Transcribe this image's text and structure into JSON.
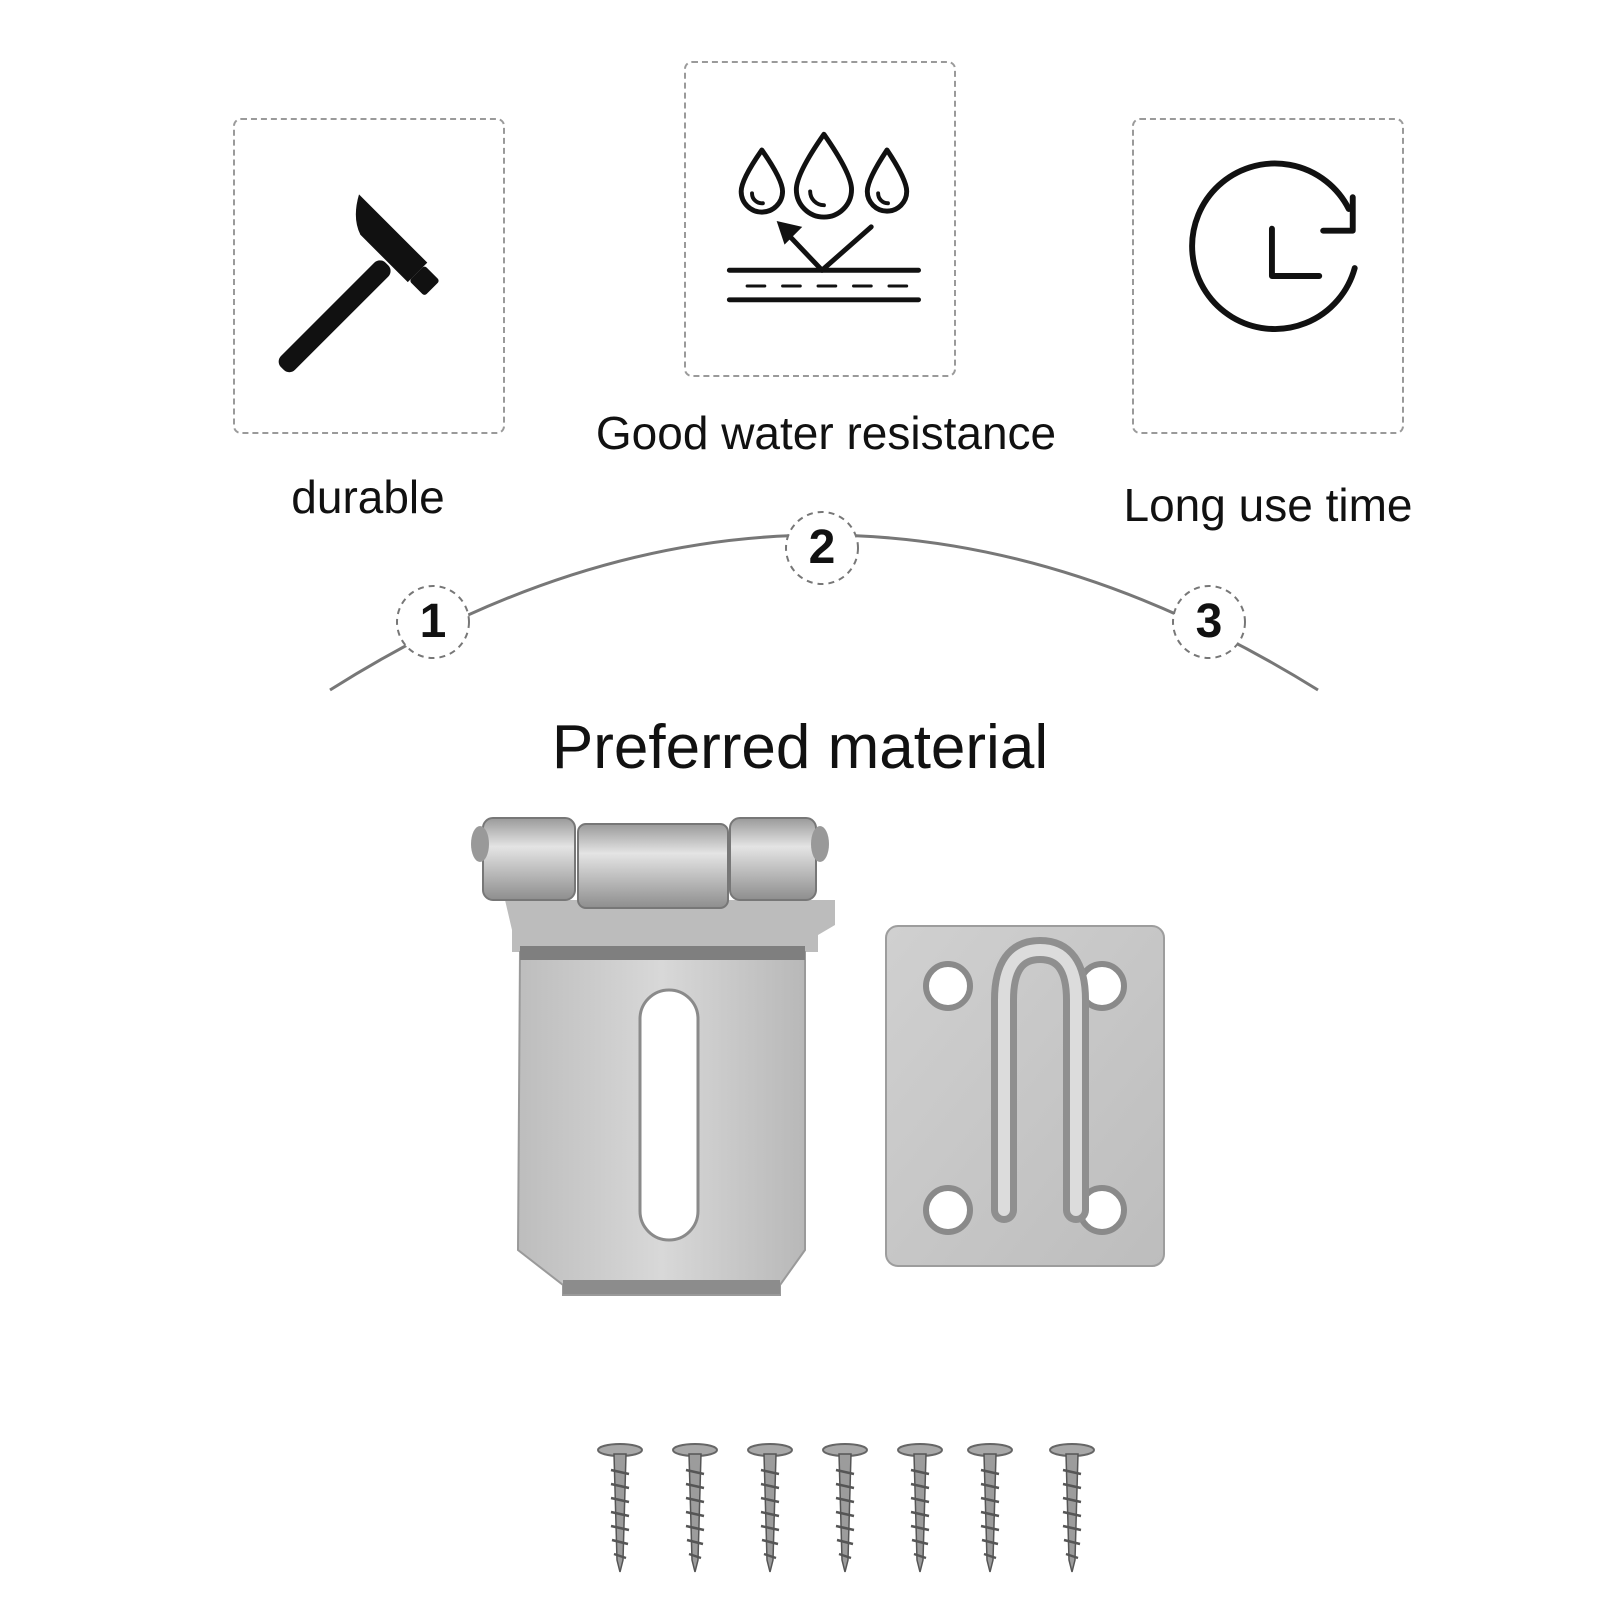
{
  "features": [
    {
      "label": "durable",
      "icon": "hammer-icon"
    },
    {
      "label": "Good water resistance",
      "icon": "water-drops-icon"
    },
    {
      "label": "Long use time",
      "icon": "clock-refresh-icon"
    }
  ],
  "steps": [
    "1",
    "2",
    "3"
  ],
  "heading": "Preferred material",
  "colors": {
    "border": "#9a9a9a",
    "metal": "#c9c9c9",
    "text": "#111111"
  }
}
